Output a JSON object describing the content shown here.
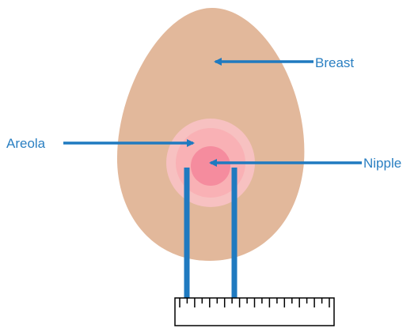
{
  "labels": {
    "breast": "Breast",
    "areola": "Areola",
    "nipple": "Nipple"
  },
  "colors": {
    "skin": "#e2b89b",
    "areola_outer": "#f7c1c1",
    "areola_inner": "#fba4ab",
    "nipple": "#f58c9e",
    "arrow": "#1f7ac0",
    "label": "#2a7fc2",
    "ruler_stroke": "#000000"
  },
  "icons": {
    "ruler": "ruler-icon"
  }
}
